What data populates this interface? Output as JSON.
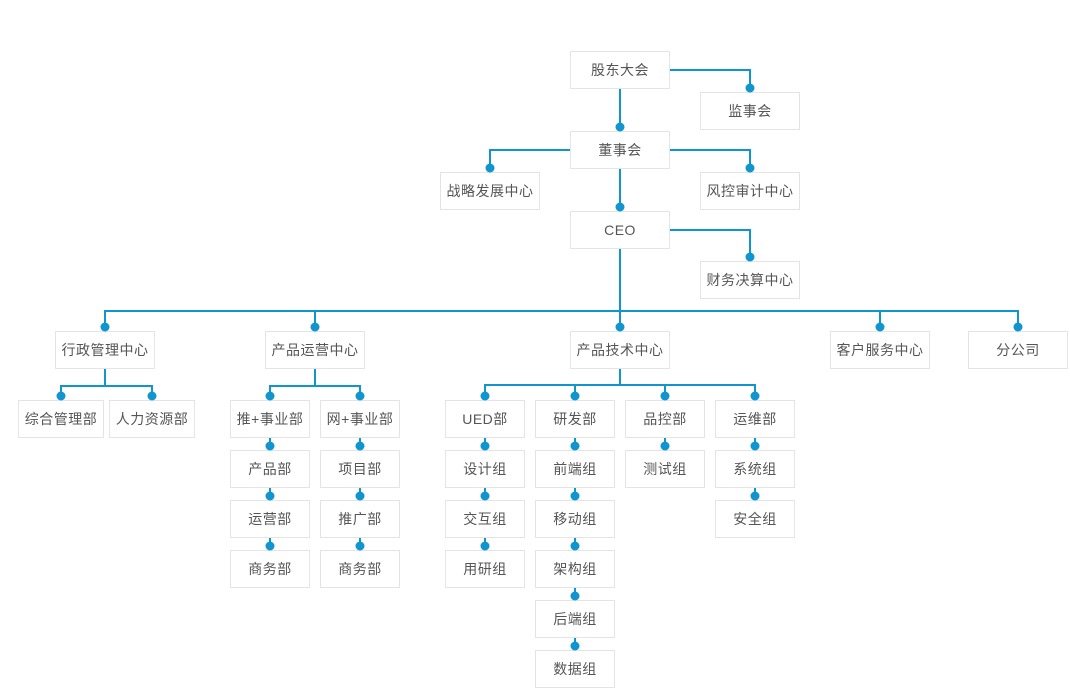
{
  "diagram_type": "org-chart",
  "colors": {
    "connector": "#1095ce",
    "node_border": "#e4e4e4",
    "node_text": "#555555",
    "background": "#ffffff"
  },
  "nodes": {
    "shareholders": {
      "label": "股东大会"
    },
    "supervisory": {
      "label": "监事会"
    },
    "board": {
      "label": "董事会"
    },
    "strategy": {
      "label": "战略发展中心"
    },
    "risk": {
      "label": "风控审计中心"
    },
    "ceo": {
      "label": "CEO"
    },
    "finance": {
      "label": "财务决算中心"
    },
    "admin_center": {
      "label": "行政管理中心"
    },
    "product_ops_center": {
      "label": "产品运营中心"
    },
    "tech_center": {
      "label": "产品技术中心"
    },
    "customer_center": {
      "label": "客户服务中心"
    },
    "branch": {
      "label": "分公司"
    },
    "general_dept": {
      "label": "综合管理部"
    },
    "hr_dept": {
      "label": "人力资源部"
    },
    "tui_division": {
      "label": "推+事业部"
    },
    "wang_division": {
      "label": "网+事业部"
    },
    "product_dept": {
      "label": "产品部"
    },
    "operations_dept": {
      "label": "运营部"
    },
    "business_dept_left": {
      "label": "商务部"
    },
    "project_dept": {
      "label": "项目部"
    },
    "promotion_dept": {
      "label": "推广部"
    },
    "business_dept_right": {
      "label": "商务部"
    },
    "ued_dept": {
      "label": "UED部"
    },
    "design_group": {
      "label": "设计组"
    },
    "interaction_group": {
      "label": "交互组"
    },
    "user_research_group": {
      "label": "用研组"
    },
    "rd_dept": {
      "label": "研发部"
    },
    "frontend_group": {
      "label": "前端组"
    },
    "mobile_group": {
      "label": "移动组"
    },
    "architecture_group": {
      "label": "架构组"
    },
    "backend_group": {
      "label": "后端组"
    },
    "data_group": {
      "label": "数据组"
    },
    "qc_dept": {
      "label": "品控部"
    },
    "testing_group": {
      "label": "测试组"
    },
    "om_dept": {
      "label": "运维部"
    },
    "system_group": {
      "label": "系统组"
    },
    "security_group": {
      "label": "安全组"
    }
  },
  "edges": [
    [
      "shareholders",
      "supervisory"
    ],
    [
      "shareholders",
      "board"
    ],
    [
      "board",
      "strategy"
    ],
    [
      "board",
      "risk"
    ],
    [
      "board",
      "ceo"
    ],
    [
      "ceo",
      "finance"
    ],
    [
      "ceo",
      "admin_center"
    ],
    [
      "ceo",
      "product_ops_center"
    ],
    [
      "ceo",
      "tech_center"
    ],
    [
      "ceo",
      "customer_center"
    ],
    [
      "ceo",
      "branch"
    ],
    [
      "admin_center",
      "general_dept"
    ],
    [
      "admin_center",
      "hr_dept"
    ],
    [
      "product_ops_center",
      "tui_division"
    ],
    [
      "product_ops_center",
      "wang_division"
    ],
    [
      "tui_division",
      "product_dept"
    ],
    [
      "product_dept",
      "operations_dept"
    ],
    [
      "operations_dept",
      "business_dept_left"
    ],
    [
      "wang_division",
      "project_dept"
    ],
    [
      "project_dept",
      "promotion_dept"
    ],
    [
      "promotion_dept",
      "business_dept_right"
    ],
    [
      "tech_center",
      "ued_dept"
    ],
    [
      "tech_center",
      "rd_dept"
    ],
    [
      "tech_center",
      "qc_dept"
    ],
    [
      "tech_center",
      "om_dept"
    ],
    [
      "ued_dept",
      "design_group"
    ],
    [
      "design_group",
      "interaction_group"
    ],
    [
      "interaction_group",
      "user_research_group"
    ],
    [
      "rd_dept",
      "frontend_group"
    ],
    [
      "frontend_group",
      "mobile_group"
    ],
    [
      "mobile_group",
      "architecture_group"
    ],
    [
      "architecture_group",
      "backend_group"
    ],
    [
      "backend_group",
      "data_group"
    ],
    [
      "qc_dept",
      "testing_group"
    ],
    [
      "om_dept",
      "system_group"
    ],
    [
      "system_group",
      "security_group"
    ]
  ]
}
